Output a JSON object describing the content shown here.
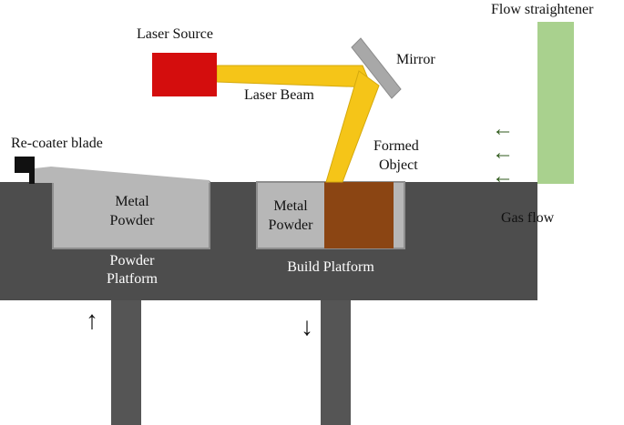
{
  "labels": {
    "laser_source": "Laser Source",
    "laser_beam": "Laser Beam",
    "mirror": "Mirror",
    "flow_straightener": "Flow straightener",
    "gas_flow": "Gas flow",
    "recoater_blade": "Re-coater blade",
    "formed_object_line1": "Formed",
    "formed_object_line2": "Object",
    "metal_powder_left_line1": "Metal",
    "metal_powder_left_line2": "Powder",
    "metal_powder_right_line1": "Metal",
    "metal_powder_right_line2": "Powder",
    "powder_platform_line1": "Powder",
    "powder_platform_line2": "Platform",
    "build_platform": "Build Platform"
  },
  "arrows": {
    "gas_flow_arrow": "←",
    "powder_piston_arrow": "↑",
    "build_piston_arrow": "↓"
  },
  "colors": {
    "laser_source": "#d40d0d",
    "laser_beam": "#f5c518",
    "mirror": "#a8a8a8",
    "flow_straightener": "#a9d18e",
    "gas_flow_arrow": "#2f5a1b",
    "base": "#4d4d4d",
    "metal_powder": "#b7b7b7",
    "formed_object": "#8b4513",
    "piston": "#555555",
    "recoater_blade": "#111111"
  }
}
